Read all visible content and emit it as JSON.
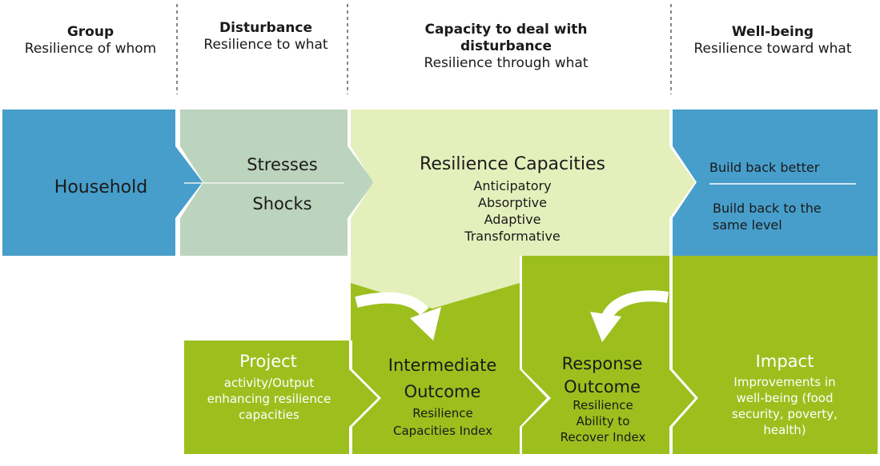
{
  "columns": [
    {
      "title": "Group",
      "subtitle": "Resilience of whom"
    },
    {
      "title": "Disturbance",
      "subtitle": "Resilience to what"
    },
    {
      "title": "Capacity to deal with disturbance",
      "subtitle": "Resilience through what"
    },
    {
      "title": "Well-being",
      "subtitle": "Resilience toward what"
    }
  ],
  "household": {
    "label": "Household"
  },
  "disturbance": {
    "stresses": "Stresses",
    "shocks": "Shocks"
  },
  "capacities": {
    "title": "Resilience Capacities",
    "items": [
      "Anticipatory",
      "Absorptive",
      "Adaptive",
      "Transformative"
    ]
  },
  "wellbeing": {
    "better": "Build back better",
    "same": "Build back to the same level"
  },
  "project": {
    "title": "Project",
    "desc": "activity/Output enhancing resilience capacities"
  },
  "intermediate": {
    "title": "Intermediate Outcome",
    "desc": "Resilience Capacities Index"
  },
  "response": {
    "title": "Response Outcome",
    "desc": "Resilience Ability to Recover Index"
  },
  "impact": {
    "title": "Impact",
    "desc": "Improvements in well-being (food security, poverty, health)"
  },
  "colors": {
    "blue": "#479ecb",
    "sage": "#bcd4bd",
    "pale_green": "#e4efbb",
    "lime": "#9cbf1e"
  }
}
